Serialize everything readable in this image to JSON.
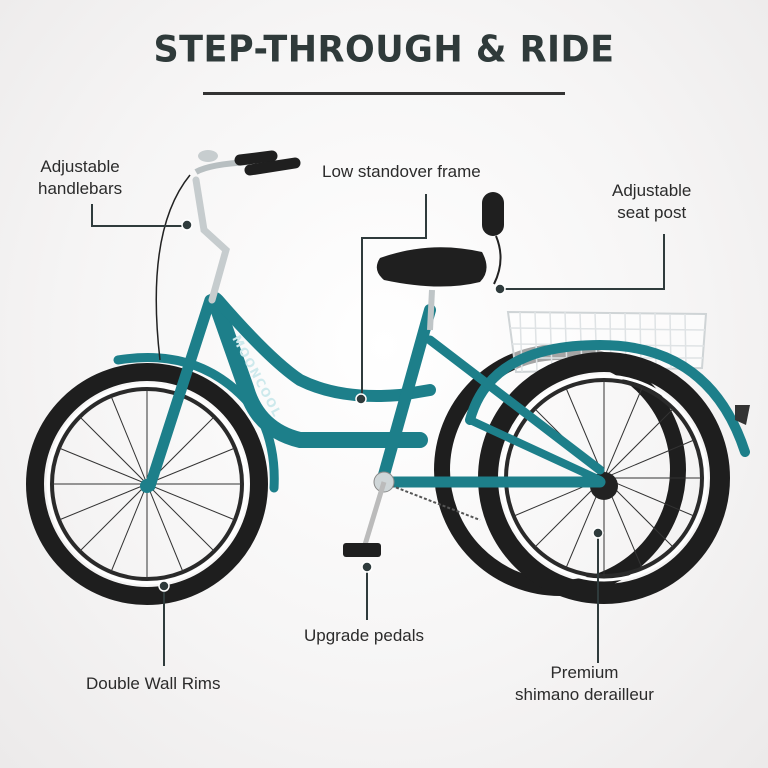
{
  "title": "STEP-THROUGH & RIDE",
  "colors": {
    "frame": "#1d7f8a",
    "frame_dark": "#14606a",
    "callout": "#2f3b3c",
    "tire": "#222222",
    "basket": "#f2f4f5",
    "title": "#2f3a3a"
  },
  "brand_decal": "MOONCOOL",
  "callouts": [
    {
      "id": "handlebars",
      "lines": [
        "Adjustable",
        "handlebars"
      ]
    },
    {
      "id": "frame",
      "lines": [
        "Low standover frame"
      ]
    },
    {
      "id": "seat_post",
      "lines": [
        "Adjustable",
        "seat post"
      ]
    },
    {
      "id": "pedals",
      "lines": [
        "Upgrade pedals"
      ]
    },
    {
      "id": "rims",
      "lines": [
        "Double Wall Rims"
      ]
    },
    {
      "id": "derailleur",
      "lines": [
        "Premium",
        "shimano derailleur"
      ]
    }
  ]
}
